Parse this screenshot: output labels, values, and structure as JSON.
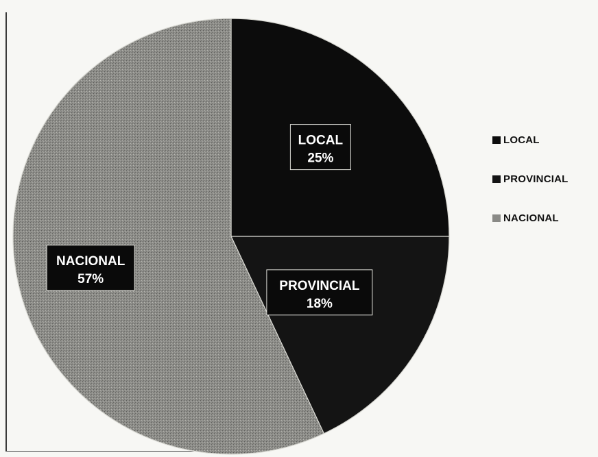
{
  "chart_data": {
    "type": "pie",
    "categories": [
      "LOCAL",
      "PROVINCIAL",
      "NACIONAL"
    ],
    "values": [
      25,
      18,
      57
    ],
    "labels": [
      "25%",
      "18%",
      "57%"
    ],
    "colors": [
      "#0c0c0c",
      "#141414",
      "#8a8a86"
    ],
    "legend_position": "right"
  }
}
